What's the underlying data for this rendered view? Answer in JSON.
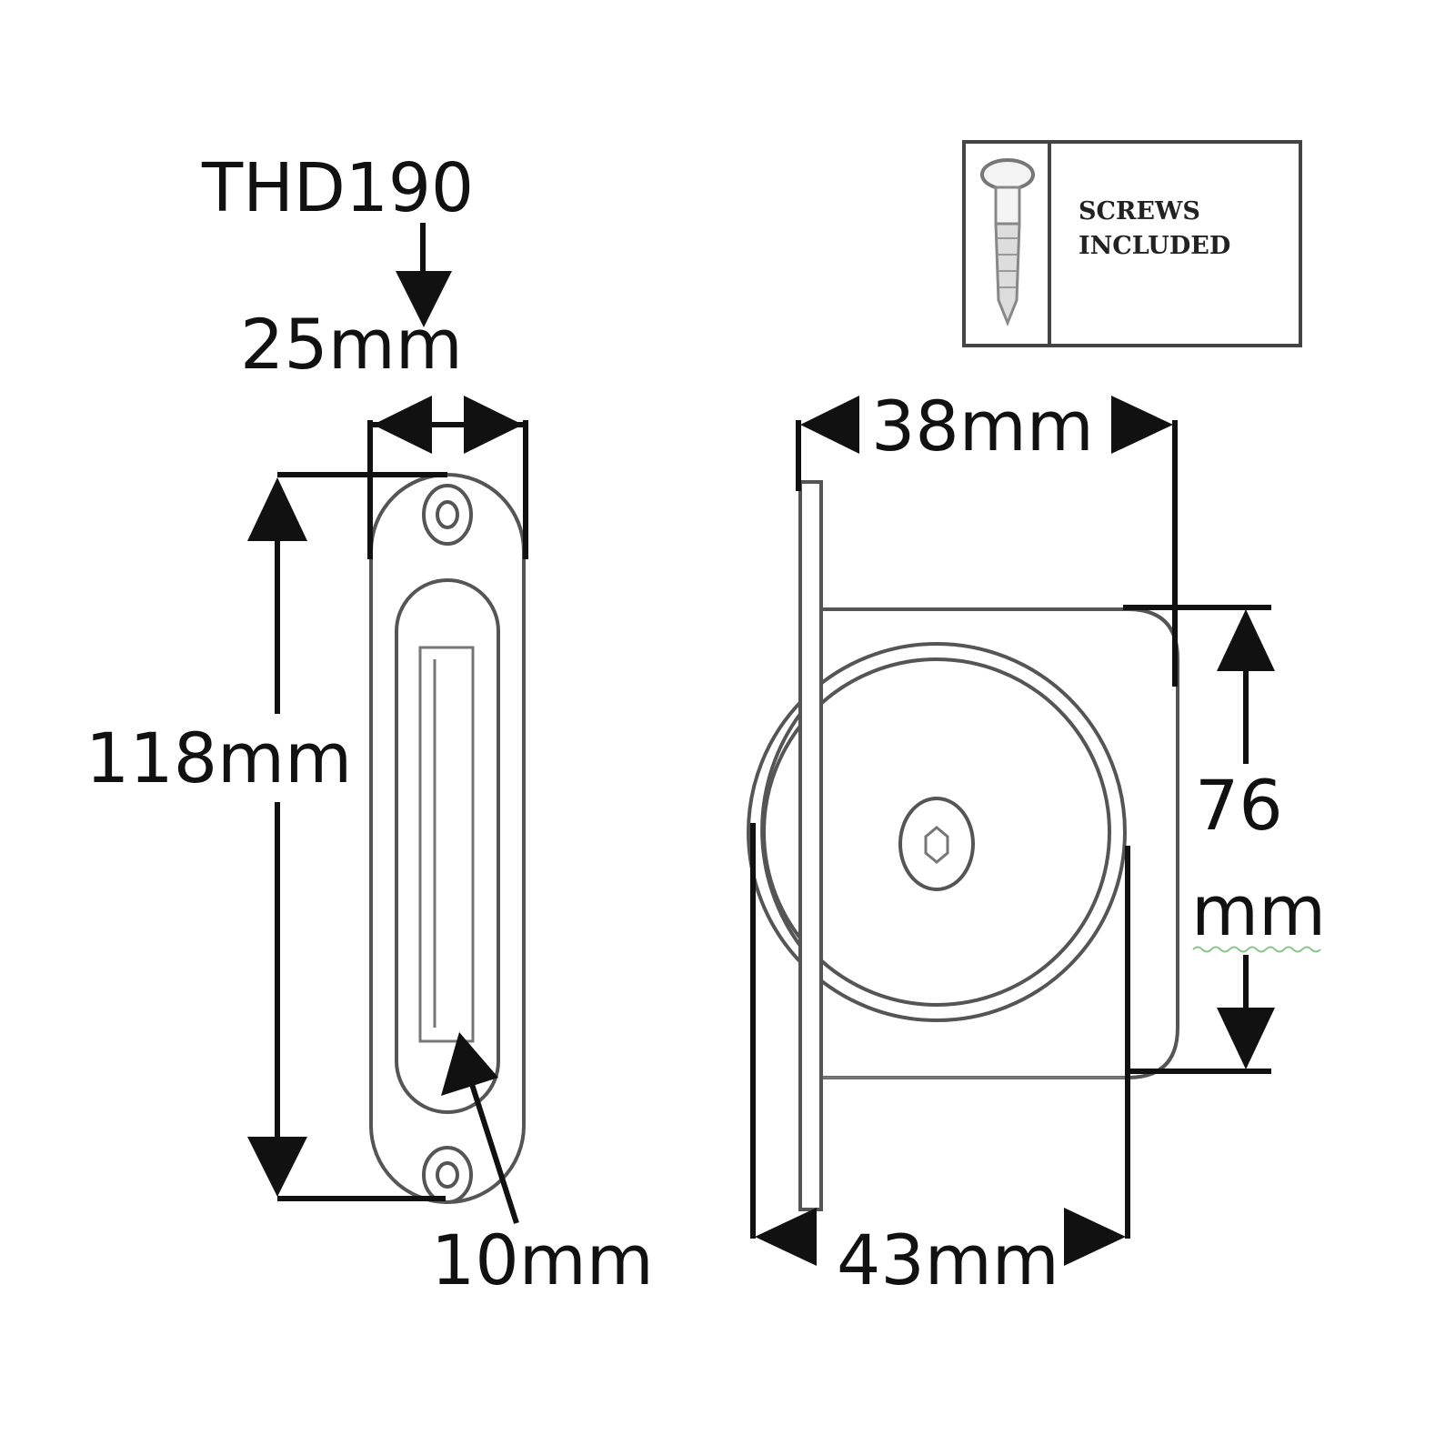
{
  "model": "THD190",
  "dimensions": {
    "width_left": "25mm",
    "height_left": "118mm",
    "slot": "10mm",
    "top_right": "38mm",
    "bottom_right": "43mm",
    "height_right_value": "76",
    "height_right_unit": "mm"
  },
  "badge": {
    "line1": "SCREWS",
    "line2": "INCLUDED",
    "icon": "screw-icon"
  }
}
